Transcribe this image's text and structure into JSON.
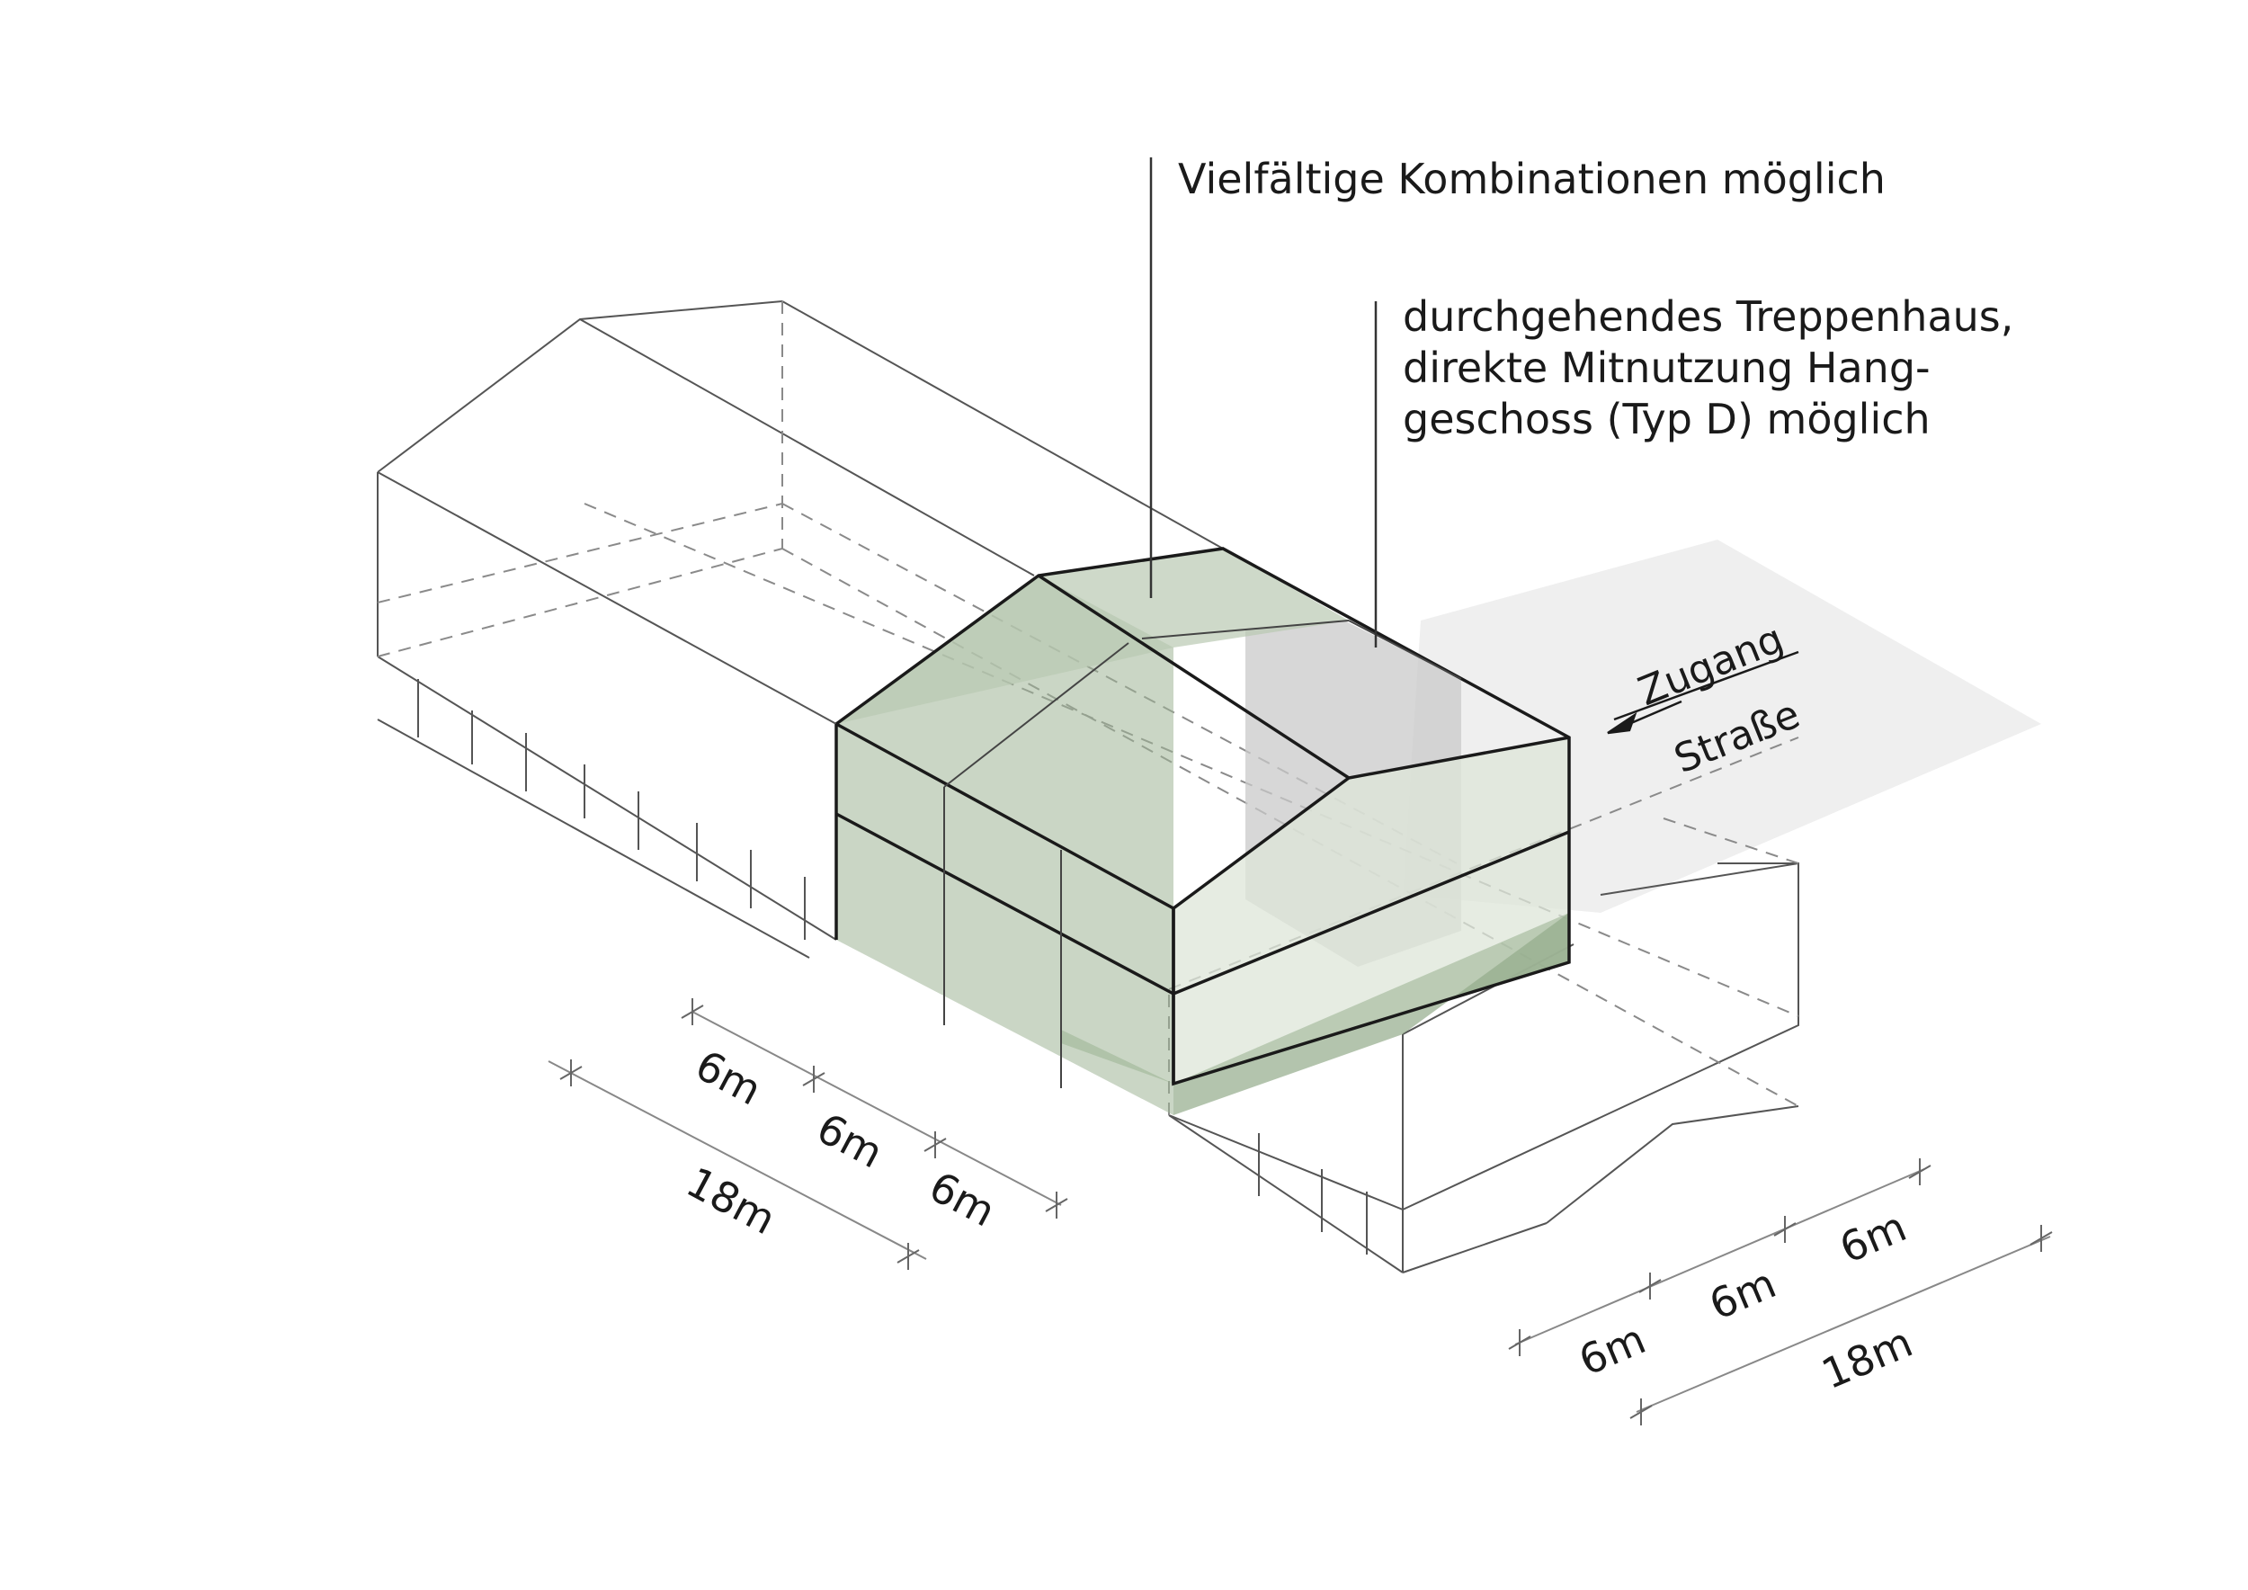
{
  "annotations": {
    "combinations": "Vielfältige Kombinationen möglich",
    "staircase": [
      "durchgehendes Treppenhaus,",
      "direkte Mitnutzung Hang-",
      "geschoss (Typ D) möglich"
    ],
    "access_line1": "Zugang",
    "access_line2": "Straße"
  },
  "dimensions": {
    "left": {
      "segments": [
        "6m",
        "6m",
        "6m"
      ],
      "total": "18m"
    },
    "right": {
      "segments": [
        "6m",
        "6m",
        "6m"
      ],
      "total": "18m"
    }
  },
  "colors": {
    "line": "#1a1a1a",
    "thin_line": "#555555",
    "dashed": "#8a8a8a",
    "module_green": "#9fb596",
    "module_light": "#dde6d8",
    "shadow_grey": "#ececec"
  }
}
